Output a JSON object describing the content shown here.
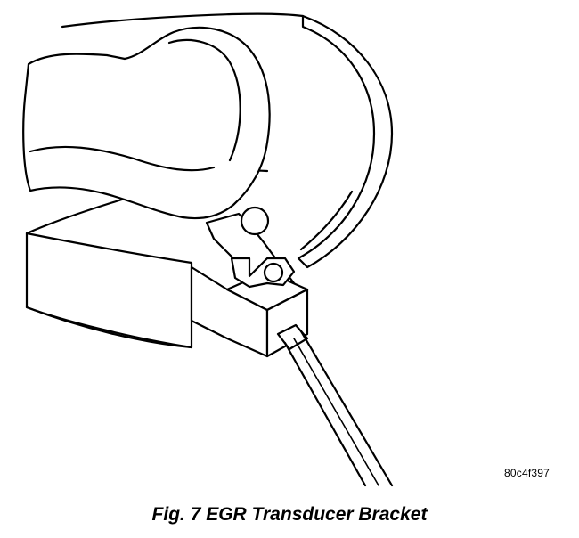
{
  "figure": {
    "caption": "Fig. 7 EGR Transducer Bracket",
    "image_code": "80c4f397",
    "illustration": "egr-transducer-bracket-illustration"
  }
}
